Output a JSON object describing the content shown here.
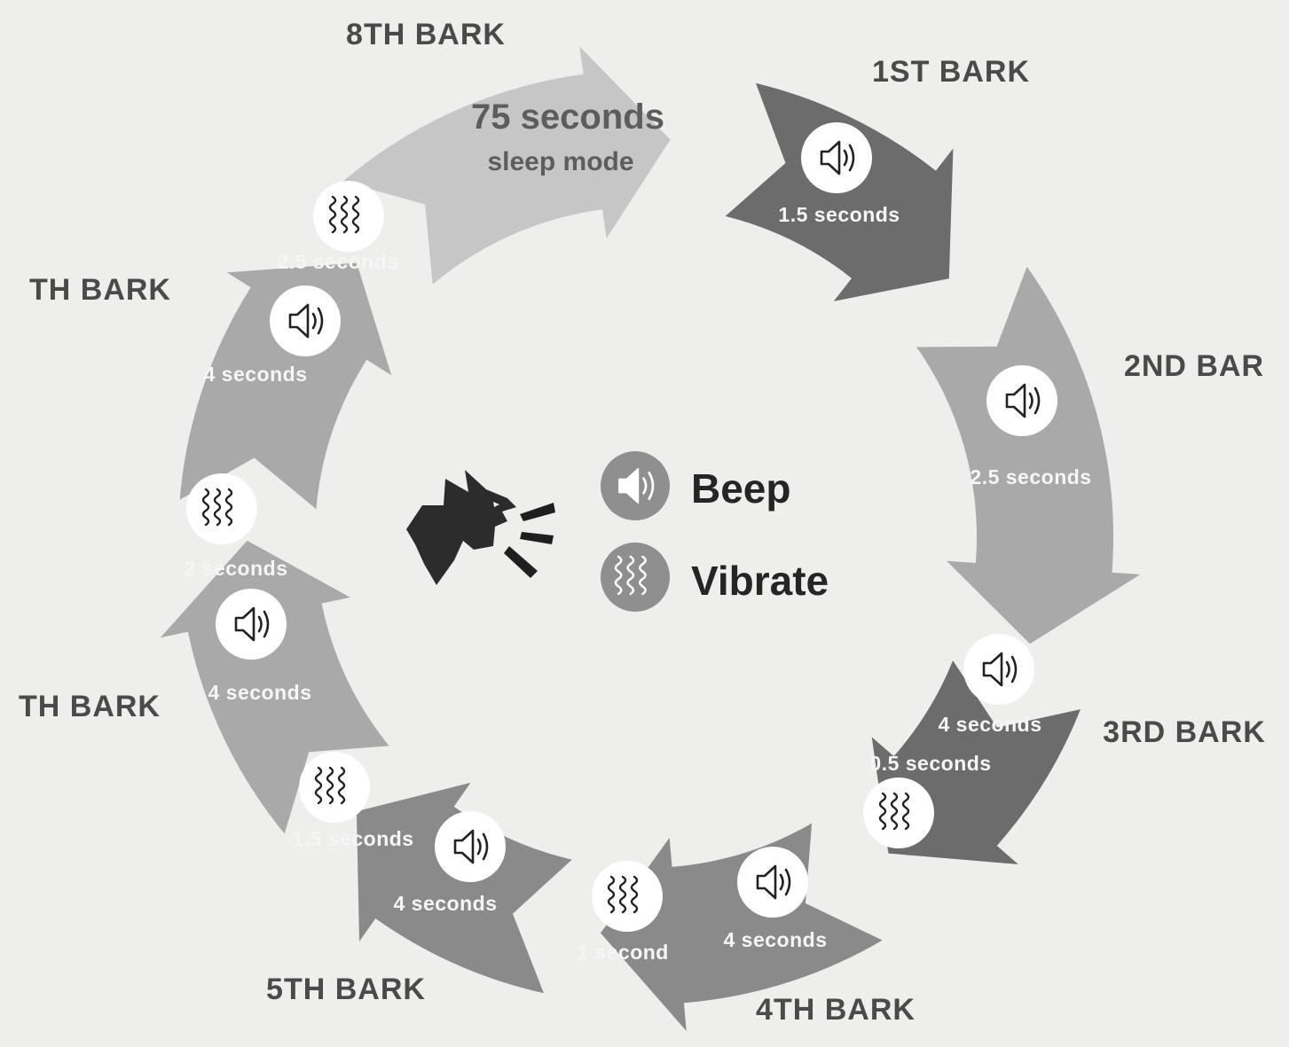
{
  "colors": {
    "background": "#eeeeec",
    "segment_dark": "#6c6c6c",
    "segment_mid": "#8a8a8a",
    "segment_light": "#a9a9a9",
    "segment_lightest": "#c6c6c6",
    "label": "#4a4a4a",
    "icon_bg": "#ffffff",
    "icon_stroke": "#222222"
  },
  "sleep": {
    "big": "75 seconds",
    "small": "sleep mode"
  },
  "barks": [
    {
      "label": "1ST BARK",
      "items": [
        {
          "icon": "speaker-icon",
          "text": "1.5 seconds"
        }
      ]
    },
    {
      "label": "2ND BAR",
      "items": [
        {
          "icon": "speaker-icon",
          "text": "2.5 seconds"
        }
      ]
    },
    {
      "label": "3RD BARK",
      "items": [
        {
          "icon": "speaker-icon",
          "text": "4 seconds"
        },
        {
          "icon": "vibrate-icon",
          "text": "0.5 seconds"
        }
      ]
    },
    {
      "label": "4TH BARK",
      "items": [
        {
          "icon": "speaker-icon",
          "text": "4 seconds"
        },
        {
          "icon": "vibrate-icon",
          "text": "1 second"
        }
      ]
    },
    {
      "label": "5TH BARK",
      "items": [
        {
          "icon": "speaker-icon",
          "text": "4 seconds"
        },
        {
          "icon": "vibrate-icon",
          "text": "1.5 seconds"
        }
      ]
    },
    {
      "label": "TH BARK",
      "items": [
        {
          "icon": "speaker-icon",
          "text": "4 seconds"
        },
        {
          "icon": "vibrate-icon",
          "text": "2 seconds"
        }
      ]
    },
    {
      "label": "TH BARK",
      "items": [
        {
          "icon": "speaker-icon",
          "text": "4 seconds"
        },
        {
          "icon": "vibrate-icon",
          "text": "2.5 seconds"
        }
      ]
    },
    {
      "label": "8TH BARK",
      "items": []
    }
  ],
  "legend": {
    "beep": "Beep",
    "vibrate": "Vibrate",
    "beep_icon": "speaker-icon",
    "vibrate_icon": "vibrate-icon",
    "center_icon": "barking-dog-icon"
  }
}
